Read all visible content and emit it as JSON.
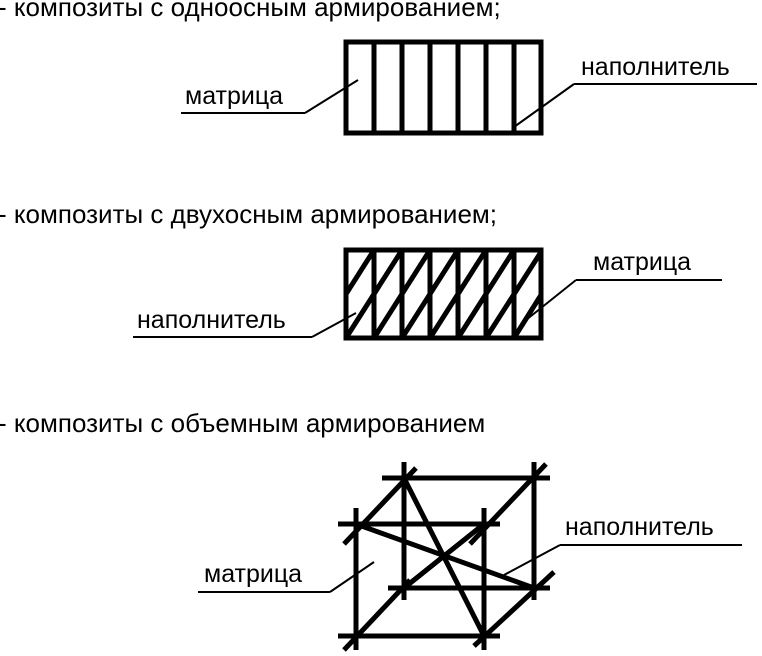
{
  "sections": [
    {
      "heading": "- композиты с одноосным армированием;",
      "label_left": "матрица",
      "label_right": "наполнитель"
    },
    {
      "heading": "- композиты с двухосным армированием;",
      "label_left": "наполнитель",
      "label_right": "матрица"
    },
    {
      "heading": "- композиты с объемным армированием",
      "label_left": "матрица",
      "label_right": "наполнитель"
    }
  ]
}
